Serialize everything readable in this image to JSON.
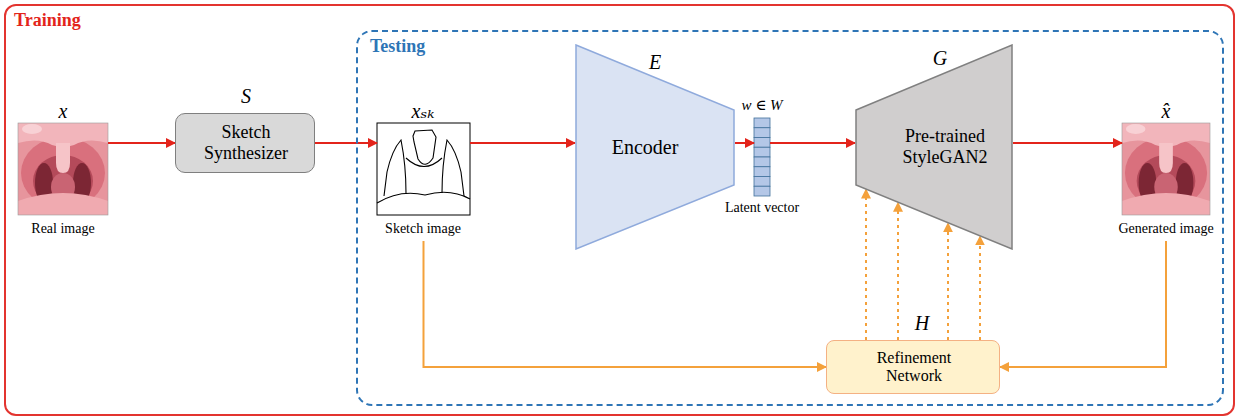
{
  "diagram": {
    "nodes": [
      {
        "text": [
          "Training"
        ]
      },
      {
        "text": [
          "Testing"
        ],
        "in": 0
      },
      {
        "text": [
          "x",
          "Real image"
        ],
        "in": 0
      },
      {
        "text": [
          "S",
          "Sketch Synthesizer"
        ],
        "in": 0
      },
      {
        "text": [
          "xₛₖ",
          "Sketch image"
        ],
        "in": 1
      },
      {
        "text": [
          "E",
          "Encoder"
        ],
        "in": 1
      },
      {
        "text": [
          "w ∈ W",
          "Latent vector"
        ],
        "in": 1
      },
      {
        "text": [
          "G",
          "Pre-trained StyleGAN2"
        ],
        "in": 1
      },
      {
        "text": [
          "x̂",
          "Generated image"
        ],
        "in": 1
      },
      {
        "text": [
          "H",
          "Refinement Network"
        ],
        "in": 1
      }
    ],
    "edges": [
      {
        "from": 2,
        "to": 3,
        "arrow": "to"
      },
      {
        "from": 3,
        "to": 4,
        "arrow": "to"
      },
      {
        "from": 4,
        "to": 5,
        "arrow": "to"
      },
      {
        "from": 5,
        "to": 6,
        "arrow": "to"
      },
      {
        "from": 6,
        "to": 7,
        "arrow": "to"
      },
      {
        "from": 7,
        "to": 8,
        "arrow": "to"
      },
      {
        "from": 4,
        "to": 9,
        "arrow": "to"
      },
      {
        "from": 8,
        "to": 9,
        "arrow": "to"
      },
      {
        "from": 9,
        "to": 7,
        "arrow": "to"
      },
      {
        "from": 9,
        "to": 7,
        "arrow": "to"
      },
      {
        "from": 9,
        "to": 7,
        "arrow": "to"
      },
      {
        "from": 9,
        "to": 7,
        "arrow": "to"
      }
    ]
  }
}
